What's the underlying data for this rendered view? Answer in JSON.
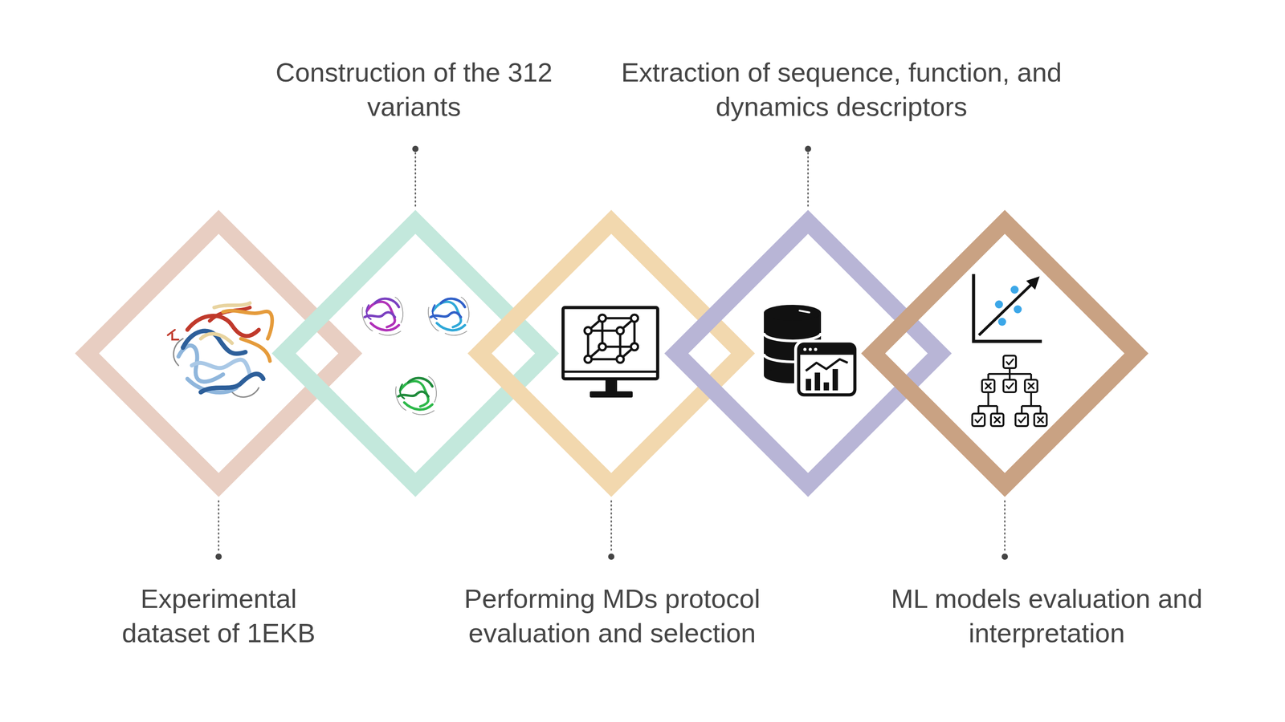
{
  "diagram": {
    "nodes": [
      {
        "text": [
          "Experimental dataset of 1EKB"
        ]
      },
      {
        "text": [
          "Construction of the 312 variants"
        ]
      },
      {
        "text": [
          "Performing MDs protocol evaluation and selection"
        ]
      },
      {
        "text": [
          "Extraction of sequence, function, and dynamics descriptors"
        ]
      },
      {
        "text": [
          "ML models evaluation and interpretation"
        ]
      }
    ]
  }
}
